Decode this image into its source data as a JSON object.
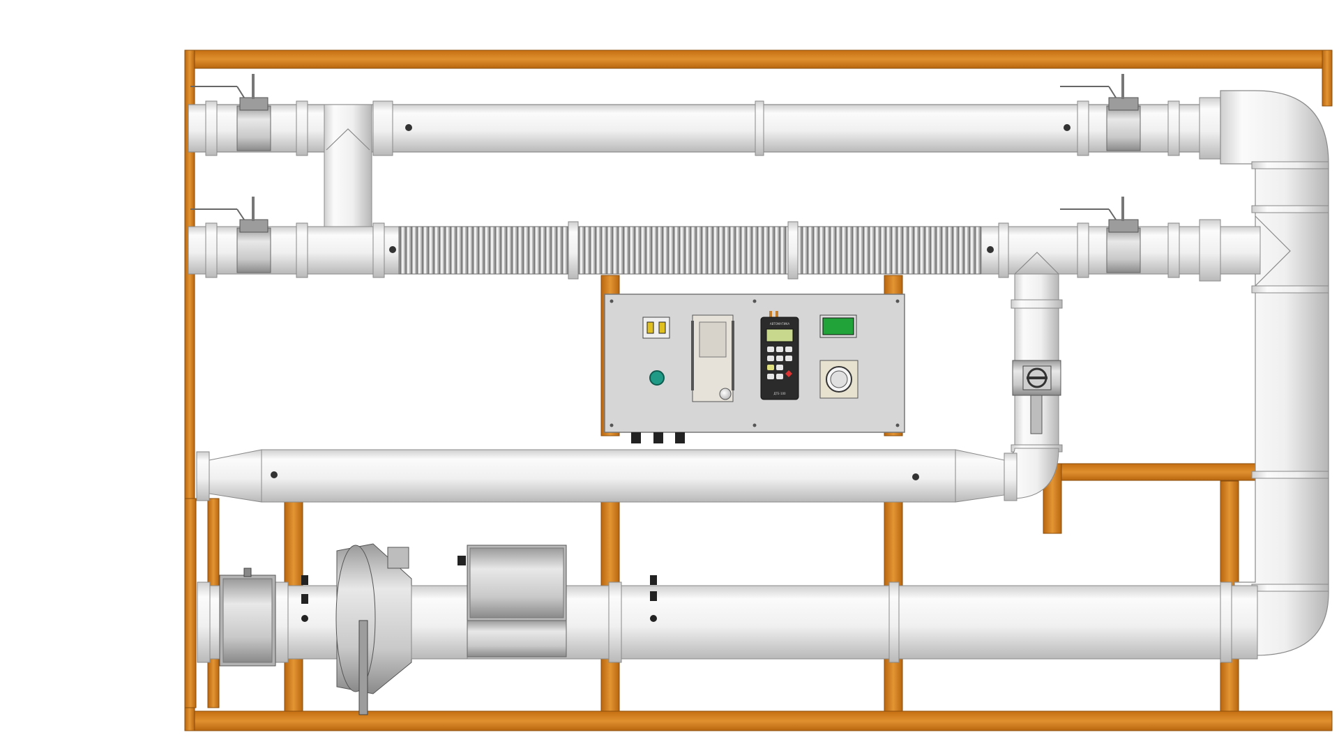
{
  "scene": {
    "background": "#ffffff",
    "frame_color": "#d98a2a",
    "frame_dark": "#b36b14",
    "pipe_light": "#f4f4f4",
    "pipe_mid": "#d7d7d7",
    "pipe_dark": "#a9a9a9",
    "metal_light": "#d9d9d9",
    "metal_dark": "#8d8d8d",
    "flex_color": "#9a9a9a",
    "panel_color": "#d4d4d4",
    "indicator_color": "#1e9a86",
    "display_color": "#22a33a",
    "controller_body": "#2b2b2b",
    "controller_screen": "#c8d88c"
  },
  "controller": {
    "brand": "АВТОМАТИКА",
    "model": "ДТЕ-100"
  },
  "components": [
    {
      "id": "frame",
      "label": ""
    },
    {
      "id": "upper-duct",
      "label": ""
    },
    {
      "id": "middle-flex-duct",
      "label": ""
    },
    {
      "id": "rect-duct",
      "label": ""
    },
    {
      "id": "lower-duct",
      "label": ""
    },
    {
      "id": "control-panel",
      "label": ""
    },
    {
      "id": "fan",
      "label": ""
    },
    {
      "id": "heater",
      "label": ""
    },
    {
      "id": "filter-box",
      "label": ""
    },
    {
      "id": "damper",
      "label": ""
    }
  ]
}
